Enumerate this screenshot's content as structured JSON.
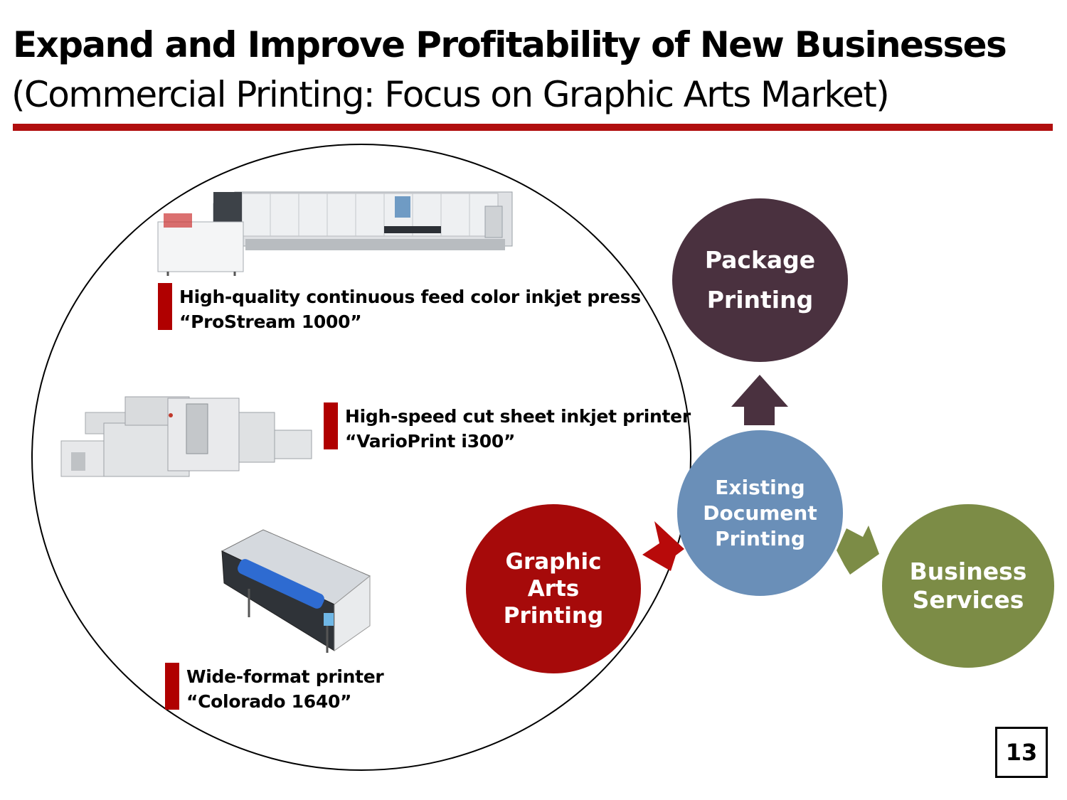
{
  "header": {
    "title": "Expand and Improve Profitability of New Businesses",
    "subtitle": "(Commercial Printing: Focus on Graphic Arts Market)"
  },
  "products": [
    {
      "line1": "High-quality continuous feed color inkjet press",
      "line2": "“ProStream 1000”"
    },
    {
      "line1": "High-speed cut sheet inkjet printer",
      "line2": "“VarioPrint i300”"
    },
    {
      "line1": "Wide-format printer",
      "line2": "“Colorado 1640”"
    }
  ],
  "nodes": {
    "package": {
      "line1": "Package",
      "line2": "Printing",
      "color": "#4a313f"
    },
    "existing": {
      "line1": "Existing",
      "line2": "Document",
      "line3": "Printing",
      "color": "#6a8fb8"
    },
    "graphic": {
      "line1": "Graphic",
      "line2": "Arts",
      "line3": "Printing",
      "color": "#a60a0a"
    },
    "business": {
      "line1": "Business",
      "line2": "Services",
      "color": "#7c8c46"
    }
  },
  "colors": {
    "accent_red": "#b00000",
    "arrow_up": "#4a313f",
    "arrow_left": "#b80a0a",
    "arrow_right": "#7c8c46"
  },
  "page_number": "13"
}
